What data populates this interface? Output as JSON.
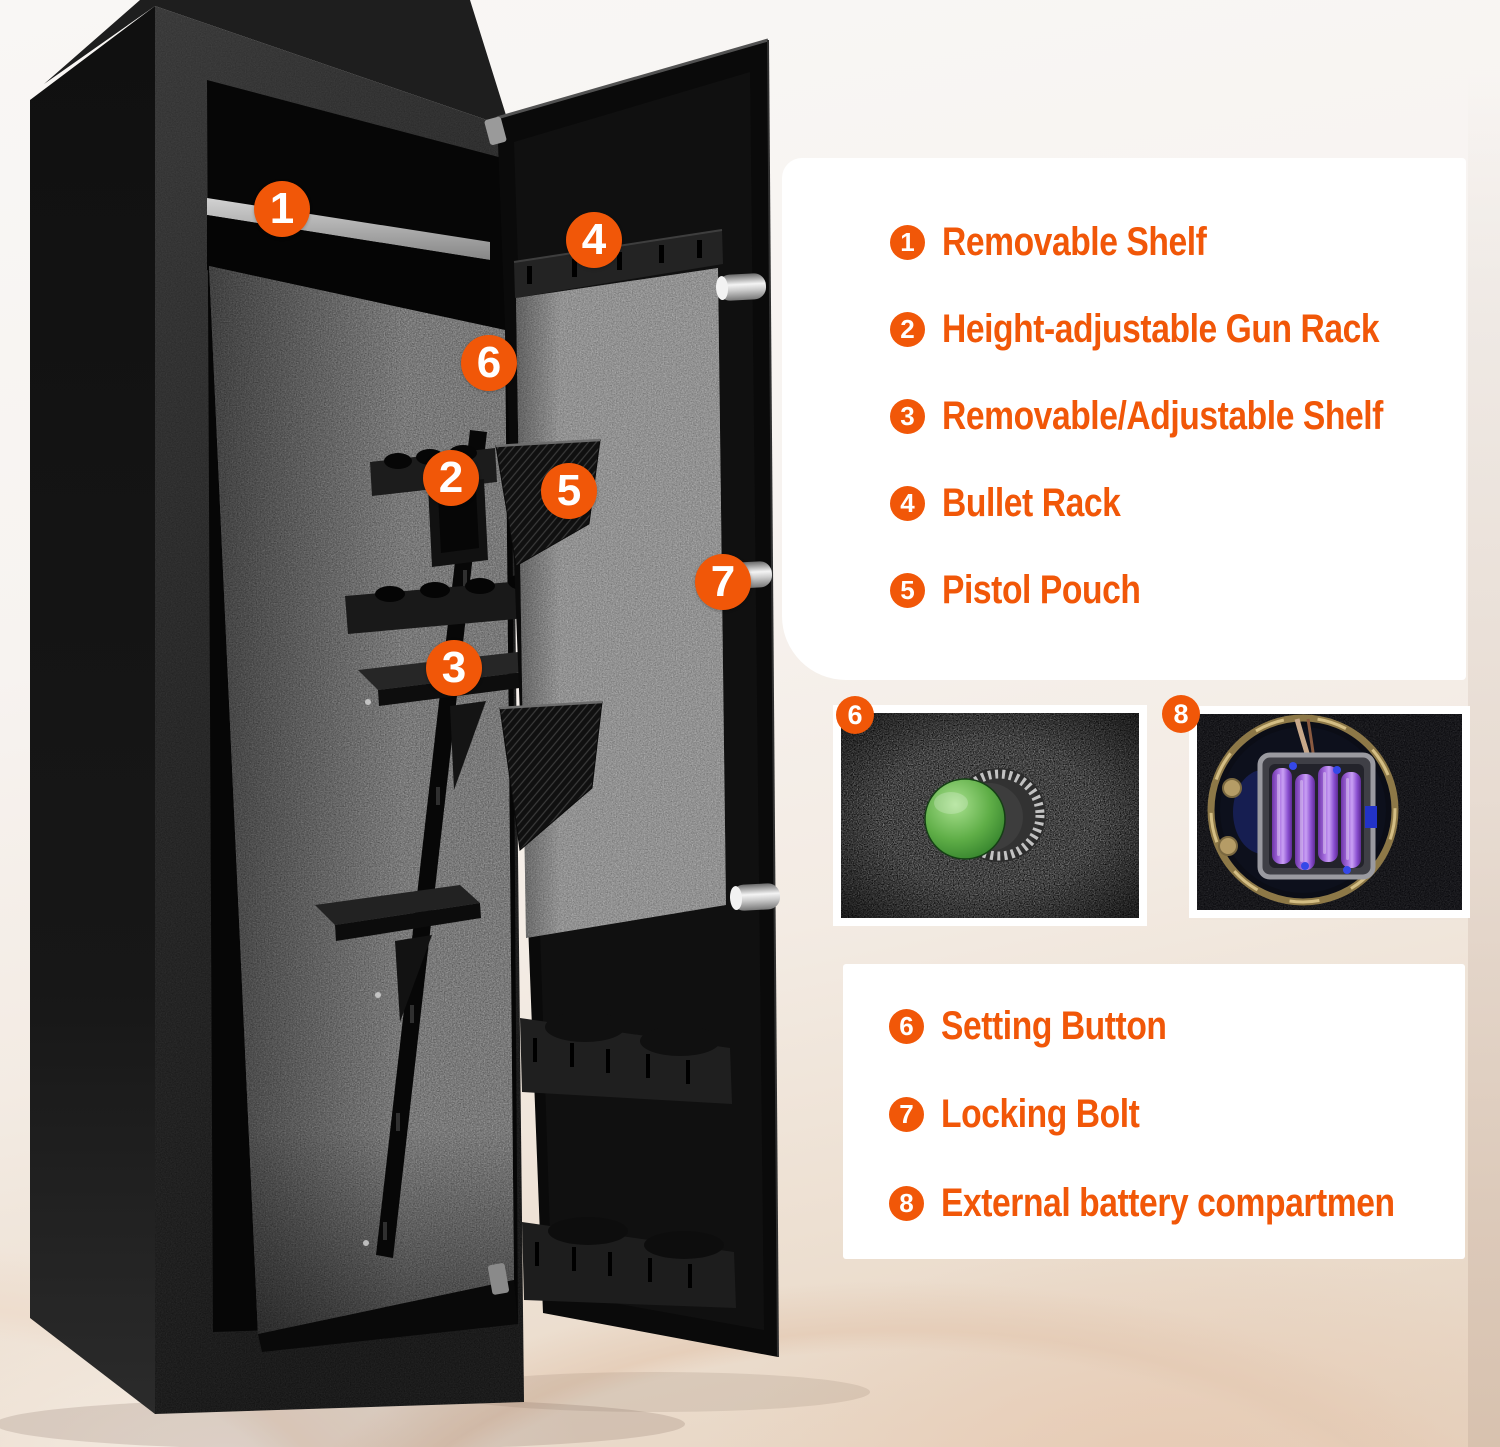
{
  "accent": "#f15708",
  "features_top": [
    {
      "num": "1",
      "label": "Removable Shelf"
    },
    {
      "num": "2",
      "label": "Height-adjustable Gun Rack"
    },
    {
      "num": "3",
      "label": "Removable/Adjustable Shelf"
    },
    {
      "num": "4",
      "label": "Bullet Rack"
    },
    {
      "num": "5",
      "label": "Pistol Pouch"
    }
  ],
  "features_bottom": [
    {
      "num": "6",
      "label": "Setting Button"
    },
    {
      "num": "7",
      "label": "Locking Bolt"
    },
    {
      "num": "8",
      "label": "External battery compartmen"
    }
  ],
  "markers": {
    "m1": "1",
    "m2": "2",
    "m3": "3",
    "m4": "4",
    "m5": "5",
    "m6": "6",
    "m7": "7",
    "p6": "6",
    "p8": "8"
  }
}
